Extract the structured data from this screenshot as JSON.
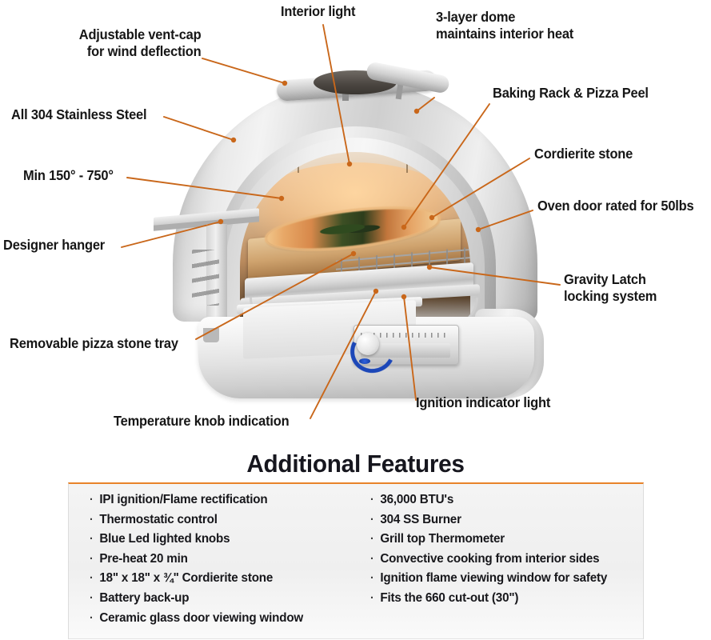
{
  "product_diagram": {
    "alt": "Stainless steel outdoor pizza oven cutaway with feature callouts",
    "accent_color": "#c9671a",
    "label_color": "#161616",
    "callouts": [
      {
        "id": "interior-light",
        "text": "Interior light"
      },
      {
        "id": "adjustable-vent-cap",
        "text": "Adjustable vent-cap\nfor wind deflection"
      },
      {
        "id": "three-layer-dome",
        "text": "3-layer dome\nmaintains interior heat"
      },
      {
        "id": "all-304-stainless",
        "text": "All 304 Stainless Steel"
      },
      {
        "id": "baking-rack-pizza-peel",
        "text": "Baking Rack & Pizza Peel"
      },
      {
        "id": "min-max-temp",
        "text": "Min 150° - 750°"
      },
      {
        "id": "cordierite-stone",
        "text": "Cordierite stone"
      },
      {
        "id": "oven-door-rating",
        "text": "Oven door rated for 50lbs"
      },
      {
        "id": "designer-hanger",
        "text": "Designer hanger"
      },
      {
        "id": "gravity-latch",
        "text": "Gravity Latch\nlocking system"
      },
      {
        "id": "removable-stone-tray",
        "text": "Removable pizza stone tray"
      },
      {
        "id": "ignition-indicator",
        "text": "Ignition indicator light"
      },
      {
        "id": "temperature-knob",
        "text": "Temperature knob indication"
      }
    ]
  },
  "features": {
    "title": "Additional Features",
    "bullet_glyph": "·",
    "rule_color": "#e8832a",
    "left_column": [
      "IPI ignition/Flame rectification",
      "Thermostatic control",
      "Blue Led lighted knobs",
      "Pre-heat 20 min",
      "18\" x 18\" x ¾\" Cordierite stone",
      "Battery back-up",
      "Ceramic glass door viewing window"
    ],
    "right_column": [
      "36,000 BTU's",
      "304 SS Burner",
      "Grill top Thermometer",
      "Convective cooking from interior sides",
      "Ignition flame viewing window for safety",
      "Fits the 660 cut-out (30\")"
    ]
  }
}
